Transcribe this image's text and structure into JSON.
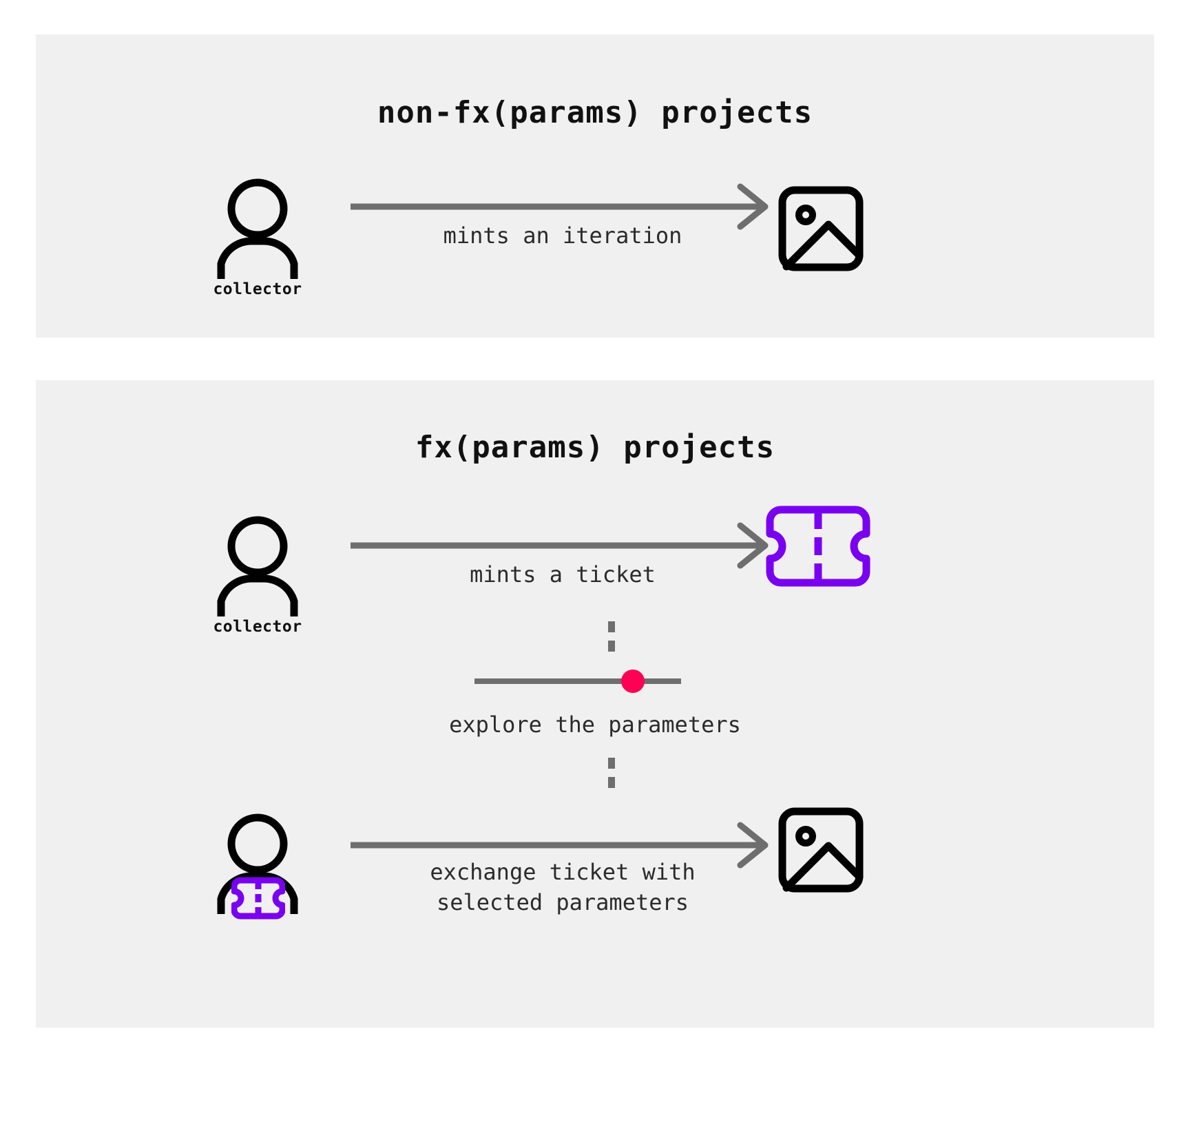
{
  "colors": {
    "panel_bg": "#f0f0f0",
    "page_bg": "#ffffff",
    "ink": "#111111",
    "arrow_gray": "#6e6e6e",
    "ticket_purple": "#7a00f0",
    "slider_pink": "#ff0055"
  },
  "sections": [
    {
      "id": "non-fx-params",
      "title": "non-fx(params) projects",
      "actor_label": "collector",
      "flows": [
        {
          "caption": "mints an iteration",
          "from_icon": "person-icon",
          "to_icon": "image-icon"
        }
      ]
    },
    {
      "id": "fx-params",
      "title": "fx(params) projects",
      "actor_label": "collector",
      "flows": [
        {
          "caption": "mints a ticket",
          "from_icon": "person-icon",
          "to_icon": "ticket-icon"
        },
        {
          "caption": "exchange ticket with\nselected parameters",
          "from_icon": "person-with-ticket-icon",
          "to_icon": "image-icon"
        }
      ],
      "middle_step": {
        "caption": "explore the parameters",
        "control": "slider",
        "slider_value_percent": 76
      }
    }
  ]
}
